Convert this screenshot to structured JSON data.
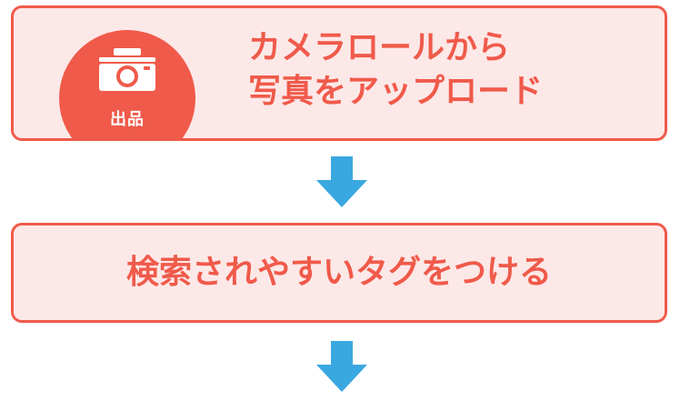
{
  "steps": [
    {
      "badge_label": "出品",
      "text_lines": [
        "カメラロールから",
        "写真をアップロード"
      ]
    },
    {
      "text": "検索されやすいタグをつける"
    }
  ],
  "icons": {
    "badge": "camera-icon",
    "flow": "arrow-down-icon"
  },
  "colors": {
    "accent": "#f05a4a",
    "box_fill": "#fde8e8",
    "arrow": "#3aa8e0",
    "badge_text": "#ffffff"
  }
}
